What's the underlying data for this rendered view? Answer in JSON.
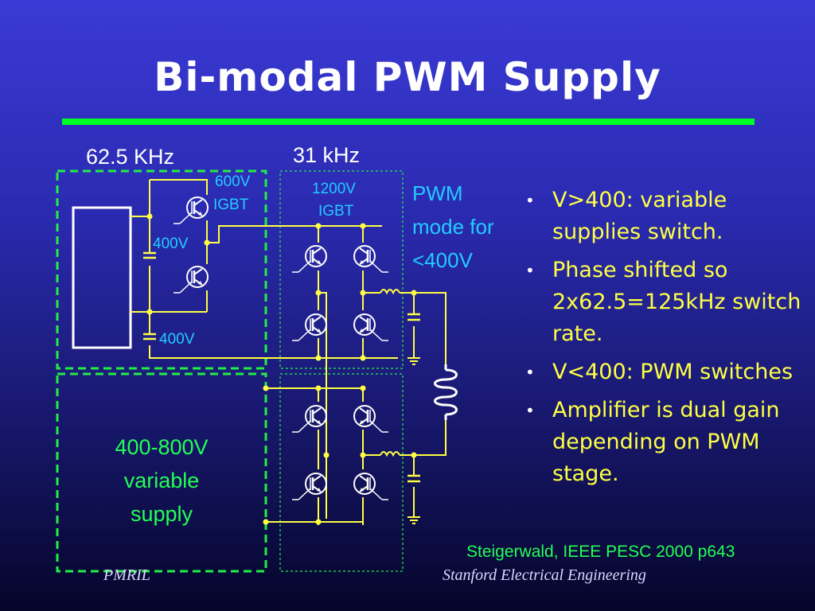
{
  "slide": {
    "title": "Bi-modal PWM Supply",
    "accent_color": "#00ff22",
    "bullet_color": "#ffff44"
  },
  "diagram": {
    "freq_left": "62.5 KHz",
    "freq_right": "31 kHz",
    "igbt_600": [
      "600V",
      "IGBT"
    ],
    "igbt_1200": [
      "1200V",
      "IGBT"
    ],
    "cap_upper": "400V",
    "cap_lower": "400V",
    "pwm_mode": [
      "PWM",
      "mode for",
      "<400V"
    ],
    "variable_supply": [
      "400-800V",
      "variable",
      "supply"
    ]
  },
  "bullets": [
    "V>400: variable supplies switch.",
    "Phase shifted so 2x62.5=125kHz switch rate.",
    "V<400: PWM switches",
    "Amplifier is dual gain depending on PWM stage."
  ],
  "citation": "Steigerwald, IEEE PESC 2000 p643",
  "footer": {
    "left": "PMRIL",
    "right": "Stanford Electrical Engineering"
  }
}
